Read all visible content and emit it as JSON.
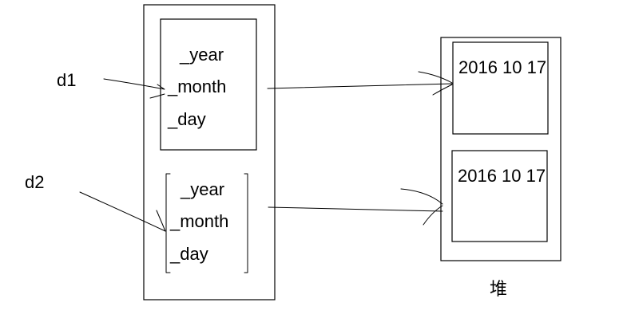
{
  "labels": {
    "d1": "d1",
    "d2": "d2",
    "heap": "堆"
  },
  "stack": {
    "obj1_fields": [
      "_year",
      "_month",
      "_day"
    ],
    "obj2_fields": [
      "_year",
      "_month",
      "_day"
    ]
  },
  "heap": {
    "block1_value": "2016 10 17",
    "block2_value": "2016 10 17"
  }
}
